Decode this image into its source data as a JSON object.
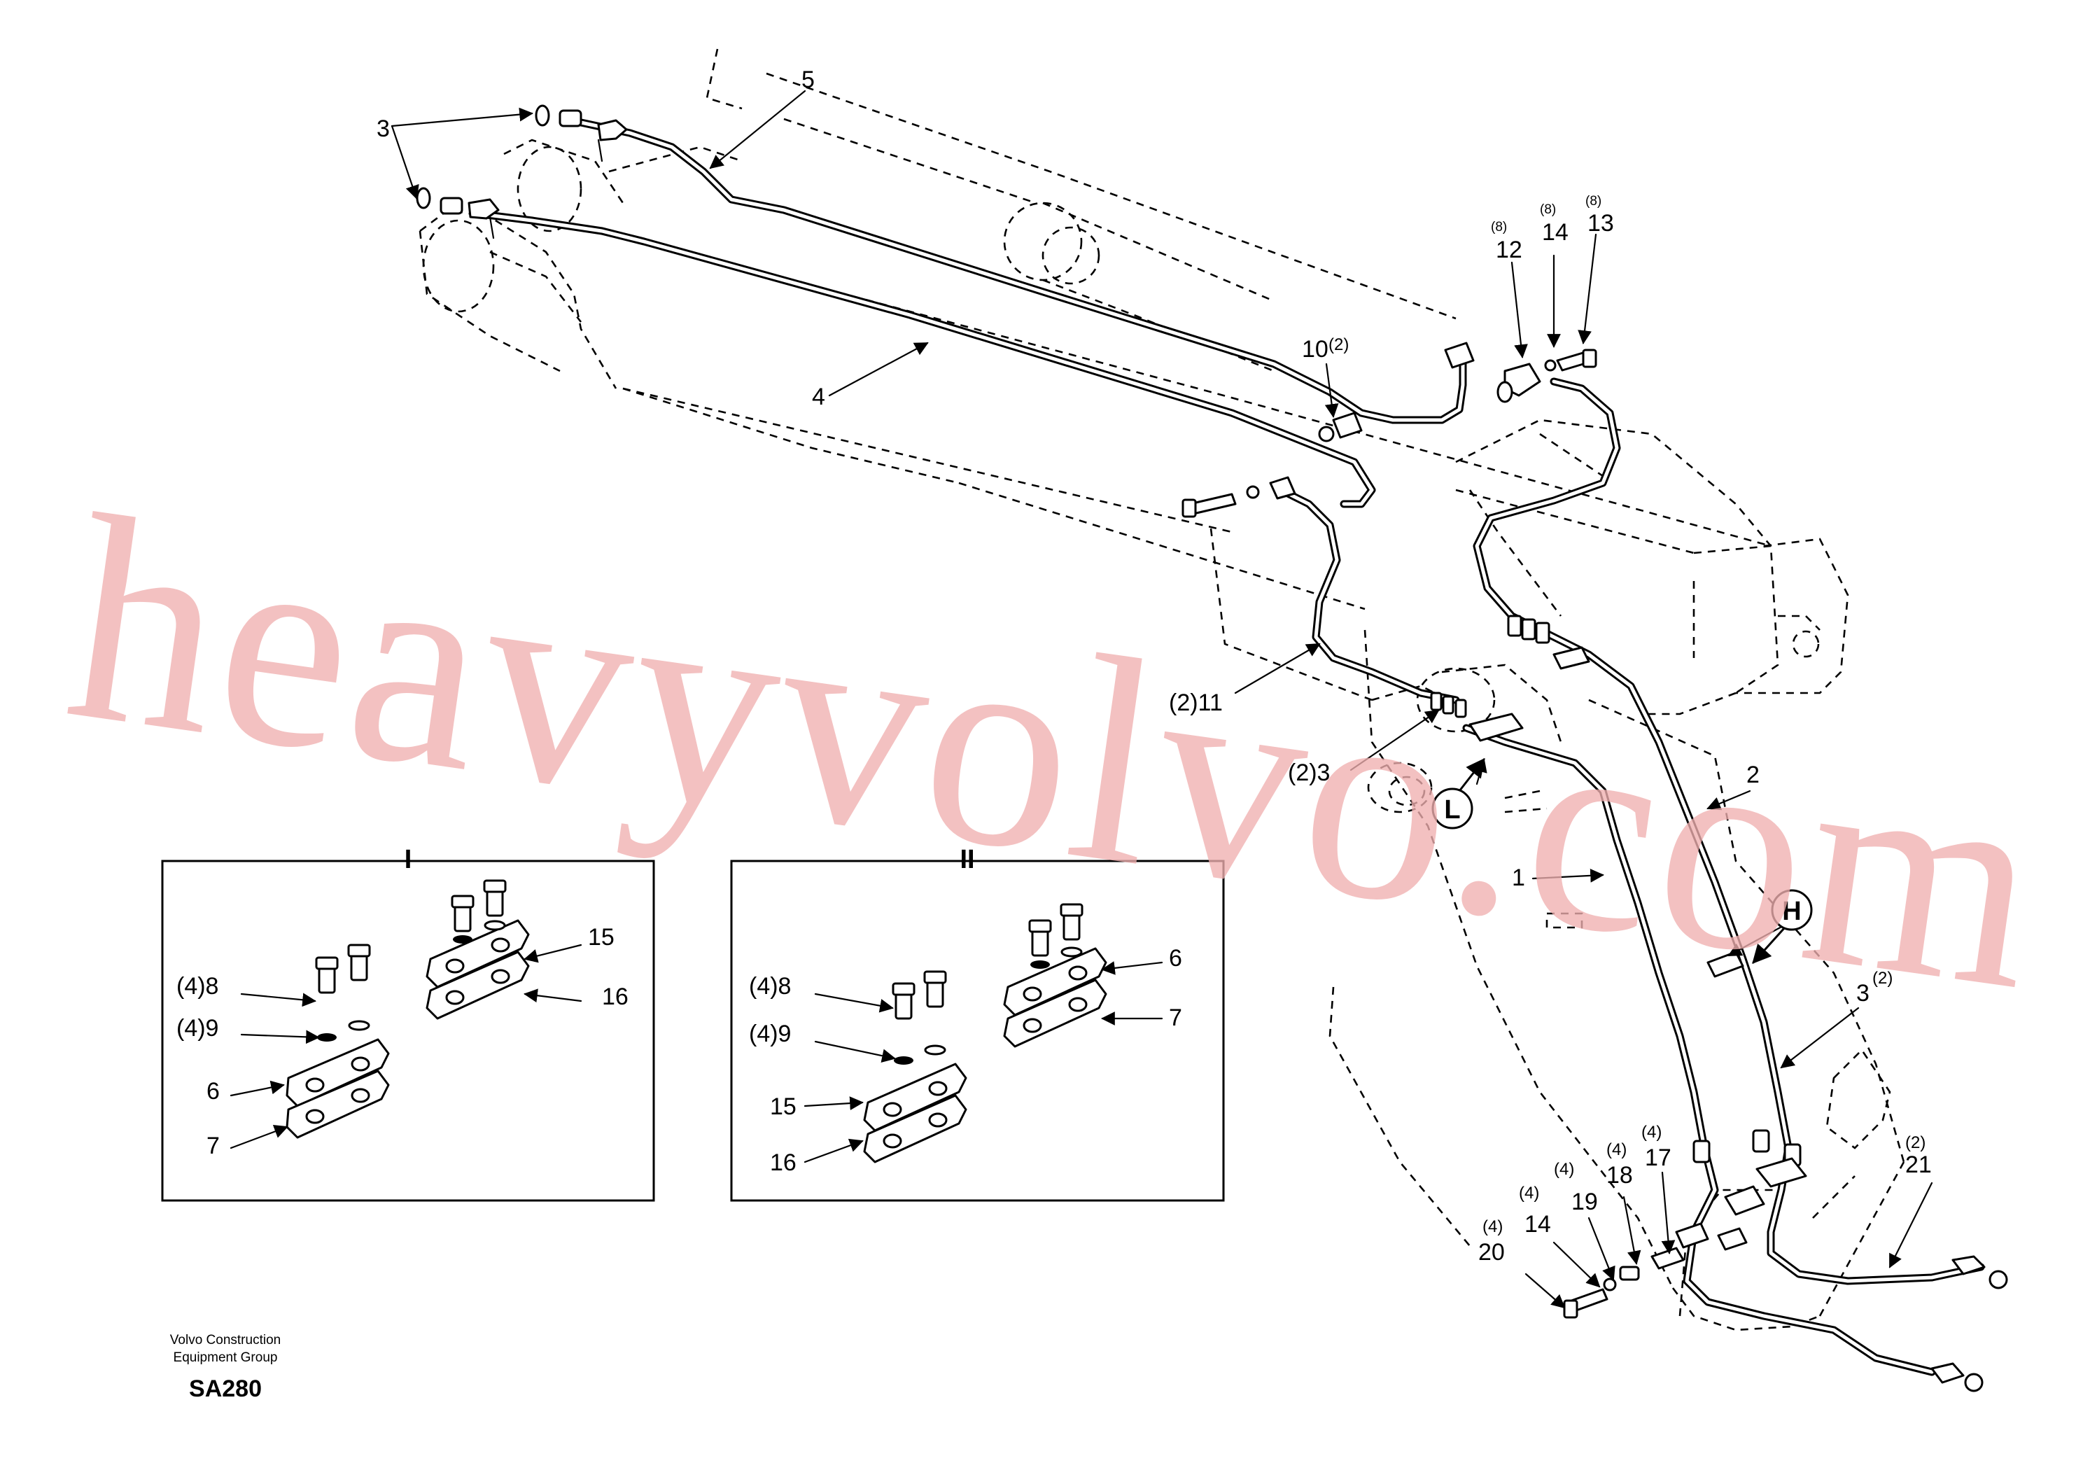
{
  "watermark": "heavyvolvo.com",
  "footer": {
    "line1": "Volvo Construction",
    "line2": "Equipment Group",
    "code": "SA280"
  },
  "detail_views": [
    {
      "title": "I",
      "labels": {
        "l8": "(4)8",
        "l9": "(4)9",
        "l6": "6",
        "l7": "7",
        "l15": "15",
        "l16": "16"
      }
    },
    {
      "title": "II",
      "labels": {
        "l8": "(4)8",
        "l9": "(4)9",
        "l15": "15",
        "l16": "16",
        "l6": "6",
        "l7": "7"
      }
    }
  ],
  "callouts": {
    "c1": "1",
    "c2": "2",
    "c3": "3",
    "c4": "4",
    "c5": "5",
    "c10": "10",
    "c10q": "(2)",
    "c11": "(2)11",
    "c3b": "(2)3",
    "c12q": "(8)",
    "c12": "12",
    "c14q": "(8)",
    "c14": "14",
    "c13q": "(8)",
    "c13": "13",
    "c3c": "3",
    "c3cq": "(2)",
    "c21q": "(2)",
    "c21": "21",
    "c17q": "(4)",
    "c17": "17",
    "c18q": "(4)",
    "c18": "18",
    "c19q": "(4)",
    "c19": "19",
    "c14bq": "(4)",
    "c14b": "14",
    "c20q": "(4)",
    "c20": "20"
  },
  "view_markers": {
    "L": "L",
    "H": "H"
  }
}
